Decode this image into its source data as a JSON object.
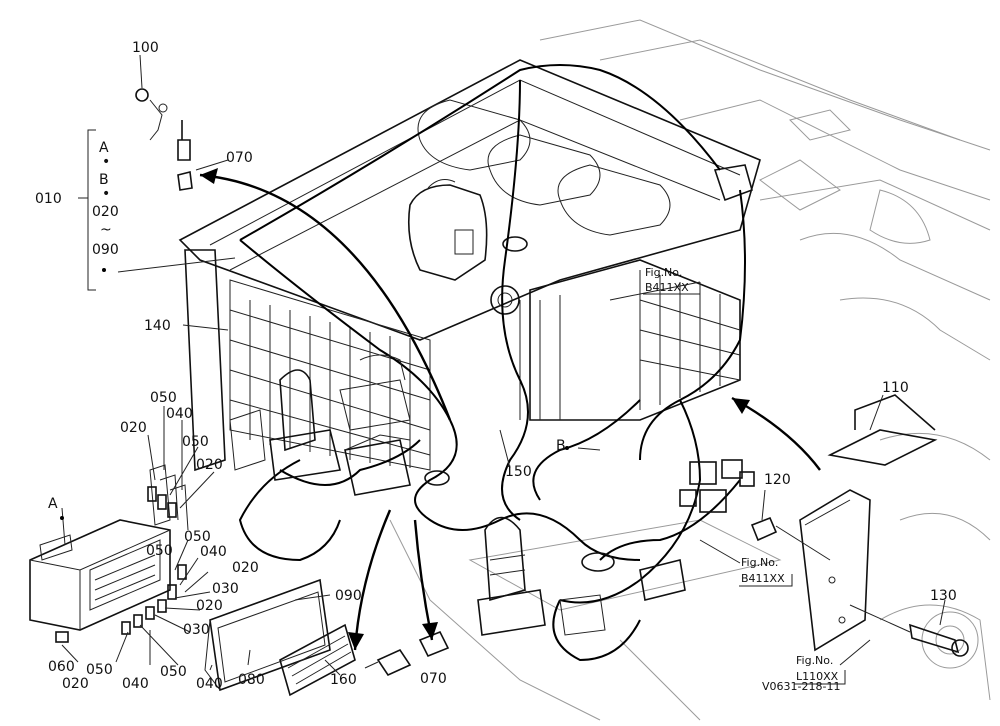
{
  "callouts": {
    "c100": "100",
    "c070_top": "070",
    "c010": "010",
    "c140": "140",
    "c050_a": "050",
    "c040_a": "040",
    "c020_a": "020",
    "c050_b": "050",
    "c020_b": "020",
    "c050_c": "050",
    "c040_b": "040",
    "c020_c": "020",
    "c050_d": "050",
    "c030_a": "030",
    "c020_d": "020",
    "c030_b": "030",
    "c060": "060",
    "c020_e": "020",
    "c050_e": "050",
    "c040_c": "040",
    "c050_f": "050",
    "c040_d": "040",
    "c080": "080",
    "c160": "160",
    "c090": "090",
    "c070_bot": "070",
    "c150": "150",
    "c110": "110",
    "c120": "120",
    "c130": "130"
  },
  "group010": {
    "line1": "A",
    "line2": "B",
    "line3": "020",
    "tilde": "~",
    "line4": "090"
  },
  "letters": {
    "A": "A",
    "B": "B"
  },
  "figrefs": {
    "f1_a": "Fig.No.",
    "f1_b": "B411XX",
    "f2_a": "Fig.No.",
    "f2_b": "B411XX",
    "f3_a": "Fig.No.",
    "f3_b": "L110XX"
  },
  "drawing_code": "V0631-218-11"
}
